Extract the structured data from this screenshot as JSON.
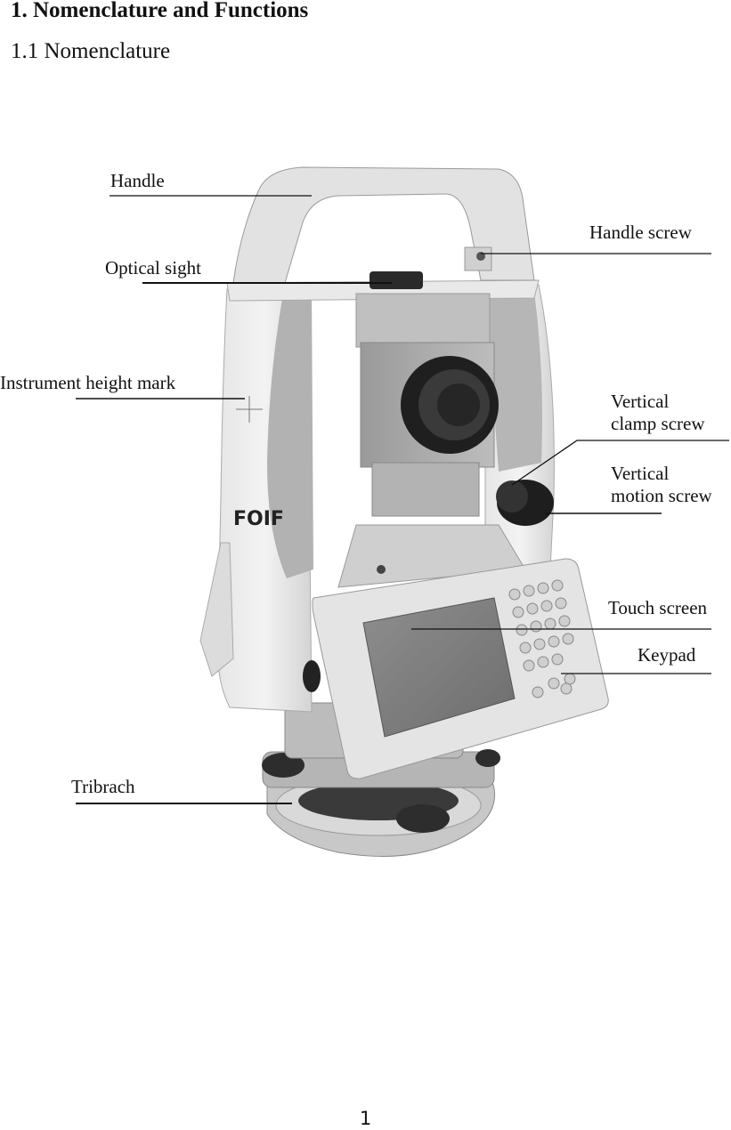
{
  "heading": "1. Nomenclature and Functions",
  "subheading": "1.1 Nomenclature",
  "figure": {
    "labels": {
      "handle": "Handle",
      "handle_screw": "Handle screw",
      "optical_sight": "Optical sight",
      "instrument_height_mark": "Instrument height mark",
      "vertical_clamp_screw_line1": "Vertical",
      "vertical_clamp_screw_line2": "clamp screw",
      "vertical_motion_screw_line1": "Vertical",
      "vertical_motion_screw_line2": "motion screw",
      "touch_screen": "Touch screen",
      "keypad": "Keypad",
      "tribrach": "Tribrach"
    },
    "logo_text": "FOIF"
  },
  "page_number": "1"
}
